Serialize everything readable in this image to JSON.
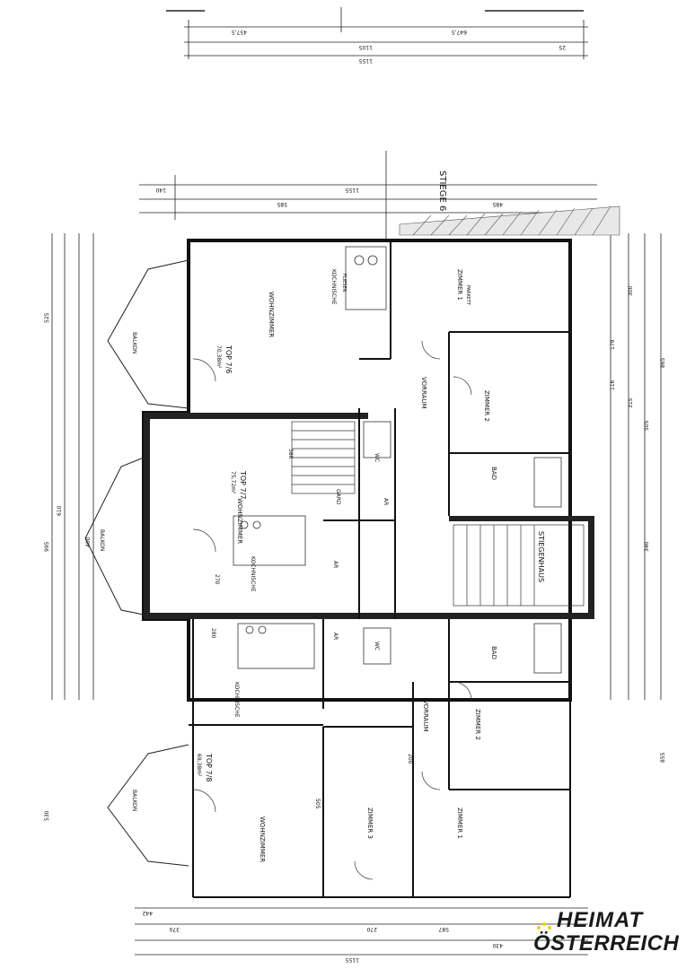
{
  "brand": {
    "line1": "HEIMAT",
    "line2": "ÖSTERREICH",
    "accent": "#f2d200"
  },
  "plan_labels": {
    "stiege": "STIEGE 6",
    "stiegenhaus": "STIEGENHAUS",
    "top_76": "TOP 7/6",
    "top_76_area": "70,38m²",
    "top_77": "TOP 7/7",
    "top_77_area": "75,72m²",
    "top_78": "TOP 7/8",
    "top_78_area": "69,38m²",
    "wohnzimmer": "WOHNZIMMER",
    "kochnische": "KOCHNISCHE",
    "zimmer1": "ZIMMER 1",
    "zimmer2": "ZIMMER 2",
    "zimmer3": "ZIMMER 3",
    "vorraum": "VORRAUM",
    "bad": "BAD",
    "wc": "WC",
    "ar": "AR",
    "gard": "GARD",
    "balkon": "BALKON",
    "parkett": "PARKETT",
    "fliesen": "FLIESEN"
  },
  "dimensions": {
    "top_a": "457,5",
    "top_b": "647,5",
    "top_c": "1105",
    "top_d": "1155",
    "top_e": "25",
    "upper_a": "140",
    "upper_b": "585",
    "upper_c": "485",
    "upper_d": "1155",
    "left_a": "525",
    "left_b": "610",
    "left_c": "995",
    "left_d": "530",
    "right_a": "865",
    "right_b": "340",
    "right_c": "855",
    "right_d": "505",
    "bottom_a": "442",
    "bottom_b": "370",
    "bottom_c": "270",
    "bottom_d": "587",
    "bottom_e": "430",
    "bottom_f": "1155",
    "d300": "300",
    "d315": "315",
    "d116": "116",
    "d179": "179",
    "d400": "400",
    "d386": "386",
    "d280": "280",
    "d270": "270",
    "d505": "505",
    "d200": "200"
  }
}
